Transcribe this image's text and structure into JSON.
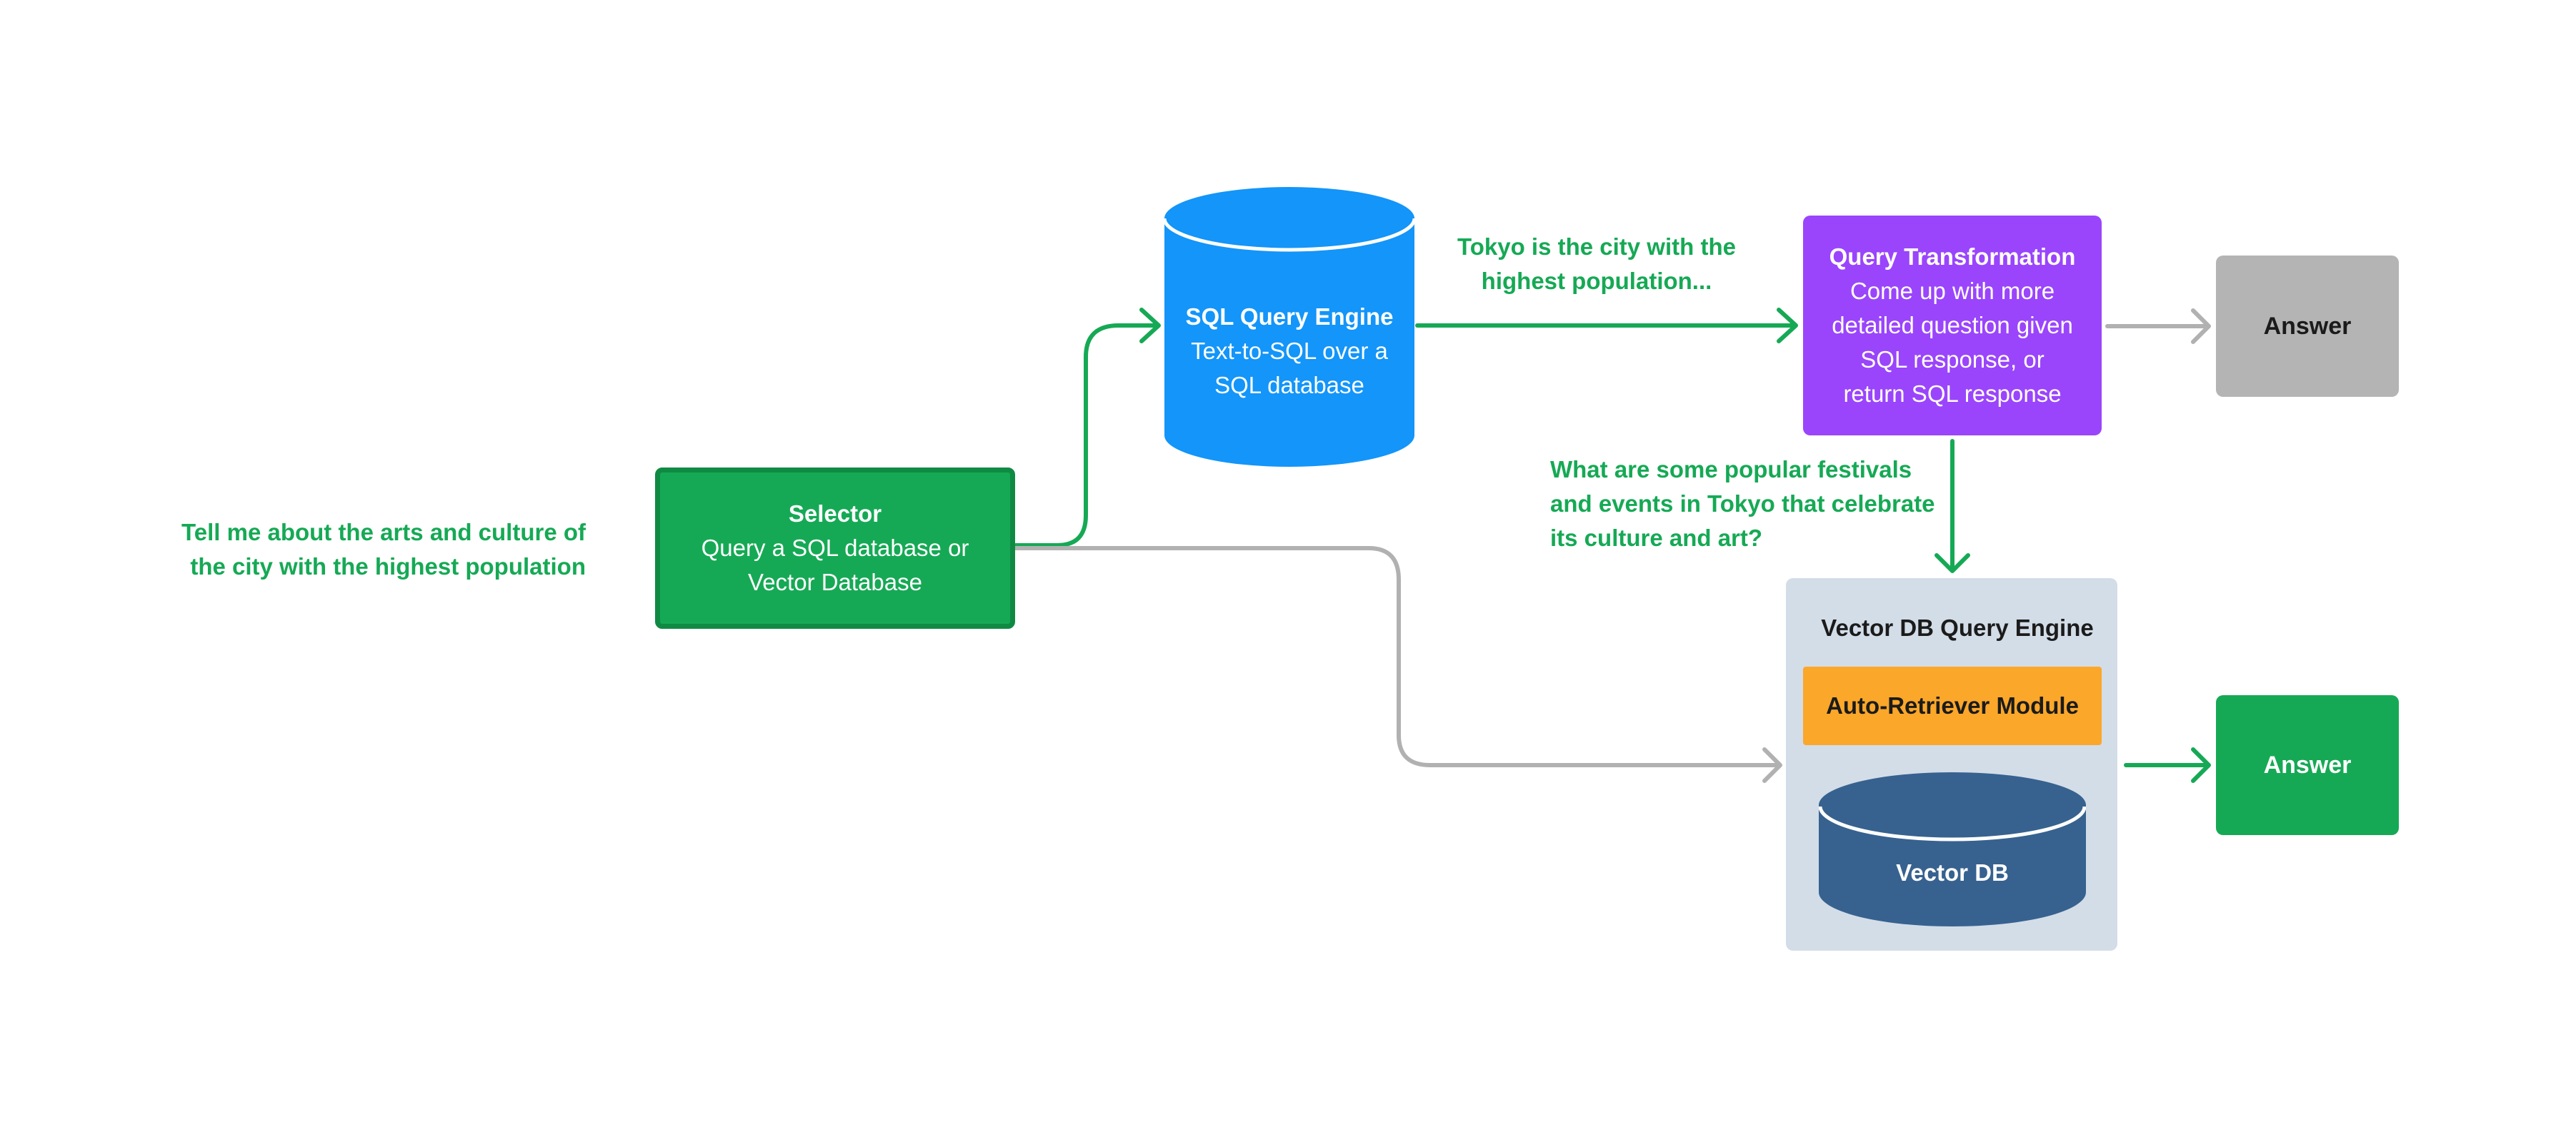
{
  "colors": {
    "green": "#16a955",
    "green_dark": "#0f8a43",
    "blue": "#1395f9",
    "purple": "#9a45fb",
    "gray_box": "#b4b4b4",
    "gray_arrow": "#b1b1b1",
    "panel": "#d3dde8",
    "orange": "#fba72a",
    "db_blue": "#37628f"
  },
  "query": {
    "line1": "Tell me about the arts and culture of",
    "line2": "the city with the highest population"
  },
  "selector": {
    "title": "Selector",
    "line1": "Query a SQL database or",
    "line2": "Vector Database"
  },
  "sql_engine": {
    "title": "SQL Query Engine",
    "line1": "Text-to-SQL over a",
    "line2": "SQL database"
  },
  "sql_response": {
    "line1": "Tokyo is the city with the",
    "line2": "highest population..."
  },
  "query_transformation": {
    "title": "Query Transformation",
    "line1": "Come up with more",
    "line2": "detailed question given",
    "line3": "SQL response, or",
    "line4": "return SQL response"
  },
  "answer_top": {
    "label": "Answer"
  },
  "followup_question": {
    "line1": "What are some popular festivals",
    "line2": "and events  in Tokyo that celebrate",
    "line3": "its culture and art?"
  },
  "vector_engine": {
    "title": "Vector DB Query Engine",
    "module": "Auto-Retriever Module",
    "db": "Vector DB"
  },
  "answer_bottom": {
    "label": "Answer"
  }
}
